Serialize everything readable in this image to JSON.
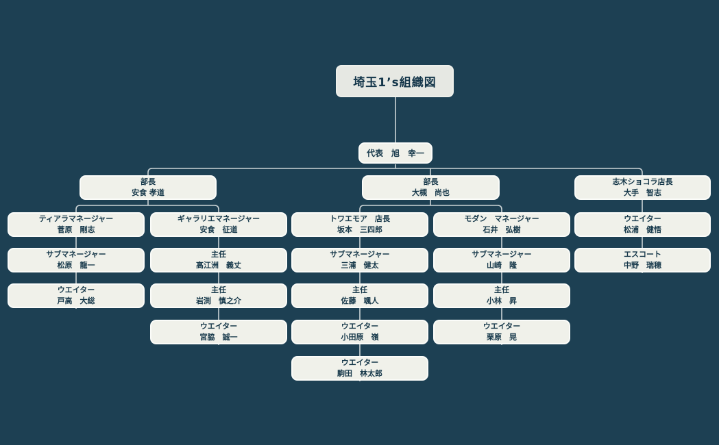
{
  "chart": {
    "type": "org-chart",
    "title": "埼玉1’s組織図"
  },
  "representative": {
    "label": "代表　旭　幸一"
  },
  "nodes": [
    {
      "role": "部長",
      "name": "安食 孝道"
    },
    {
      "role": "部長",
      "name": "大槻　尚也"
    },
    {
      "role": "志木ショコラ店長",
      "name": "大手　智志"
    },
    {
      "role": "ティアラマネージャー",
      "name": "菅原　剛志"
    },
    {
      "role": "ギャラリエマネージャー",
      "name": "安食　征道"
    },
    {
      "role": "トワエモア　店長",
      "name": "坂本　三四郎"
    },
    {
      "role": "モダン　マネージャー",
      "name": "石井　弘樹"
    },
    {
      "role": "ウエイター",
      "name": "松浦　健悟"
    },
    {
      "role": "サブマネージャー",
      "name": "松原　龍一"
    },
    {
      "role": "主任",
      "name": "高江洲　義丈"
    },
    {
      "role": "サブマネージャー",
      "name": "三浦　健太"
    },
    {
      "role": "サブマネージャー",
      "name": "山崎　隆"
    },
    {
      "role": "エスコート",
      "name": "中野　瑞穂"
    },
    {
      "role": "ウエイター",
      "name": "戸高　大総"
    },
    {
      "role": "主任",
      "name": "岩渕　慎之介"
    },
    {
      "role": "主任",
      "name": "佐藤　颯人"
    },
    {
      "role": "主任",
      "name": "小林　昇"
    },
    {
      "role": "ウエイター",
      "name": "宮脇　誠一"
    },
    {
      "role": "ウエイター",
      "name": "小田原　嶺"
    },
    {
      "role": "ウエイター",
      "name": "栗原　晃"
    },
    {
      "role": "ウエイター",
      "name": "駒田　林太郎"
    }
  ],
  "colors": {
    "background": "#1d4053",
    "node_fill": "#f0f1ea",
    "node_border": "#fbfcf9",
    "title_fill": "#e6e8e3",
    "text": "#16384a",
    "connector": "#ccd4d6"
  }
}
